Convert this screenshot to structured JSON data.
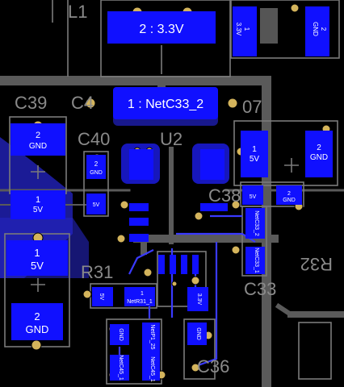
{
  "colors": {
    "background": "#000000",
    "pad": "#1010ff",
    "copper_fill": "#2d2dcc",
    "track": "#3333ff",
    "silk": "#7a7a7a",
    "silk_text": "#8a8a8a",
    "pad_text": "#ffffff",
    "plated_hole": "#d4b45c",
    "keepout": "#555555"
  },
  "silkscreen": {
    "l1": "L1",
    "c39": "C39",
    "c40": "C40",
    "u2": "U2",
    "c38": "C38",
    "r31": "R31",
    "c33": "C33",
    "c36": "C36",
    "r32": "R32",
    "c37_fragment": "C4",
    "c07_fragment": "07"
  },
  "pads": {
    "l1_pad2": "2 : 3.3V",
    "u2_pad1": "1 : NetC33_2",
    "c39_pad2_num": "2",
    "c39_pad2_net": "GND",
    "c39_pad1_num": "1",
    "c39_pad1_net": "5V",
    "c40_pad2_num": "2",
    "c40_pad2_net": "GND",
    "c40_pad1_net": "5V",
    "big_cap_pad1_num": "1",
    "big_cap_pad1_net": "5V",
    "big_cap_pad2_num": "2",
    "big_cap_pad2_net": "GND",
    "c07_pad1_num": "1",
    "c07_pad1_net": "5V",
    "c07_pad2_num": "2",
    "c07_pad2_net": "GND",
    "c38_pad1_net": "5V",
    "c38_pad2_num": "2",
    "c38_pad2_net": "GND",
    "c33_pad2_net": "NetC33_2",
    "c33_pad1_net": "NetC33_1",
    "r31_pad2_net": "5V",
    "r31_pad1_net": "NetR31_1",
    "r31_pad1_num": "1",
    "c33_pin_net": "3.3V",
    "top_right_pad1_num": "1",
    "top_right_pad1_net": "3.3V",
    "top_right_pad2_num": "2",
    "top_right_pad2_net": "GND",
    "c45_pad2_net": "GND",
    "c45_pad1_net": "NetC45_1",
    "c36_pad2_net": "GND",
    "p125_net": "NetP1_25"
  }
}
